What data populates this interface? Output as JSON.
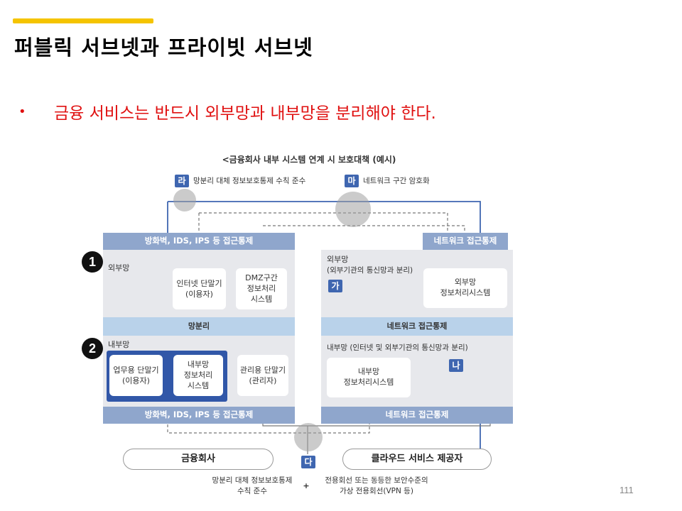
{
  "slide": {
    "title": "퍼블릭 서브넷과 프라이빗 서브넷",
    "bullet": "금융 서비스는 반드시 외부망과 내부망을 분리해야 한다.",
    "bullet_symbol": "•",
    "page_number": "111"
  },
  "colors": {
    "accent": "#F5C400",
    "bullet_text": "#E01010",
    "band_blue": "#8FA6CC",
    "light_blue": "#B9D2EA",
    "zone_gray": "#E7E8EC",
    "badge_blue": "#3F66B0",
    "highlight_border": "#3157A8"
  },
  "diagram": {
    "title": "<금융회사 내부 시스템 연계 시 보호대책 (예시)",
    "legend": [
      {
        "badge": "라",
        "text": "망분리 대체 정보보호통제 수칙 준수"
      },
      {
        "badge": "마",
        "text": "네트워크 구간 암호화"
      }
    ],
    "left_top_band": "방화벽, IDS, IPS 등 접근통제",
    "right_top_band": "네트워크 접근통제",
    "external_label": "외부망",
    "internet_terminal": [
      "인터넷 단말기",
      "(이용자)"
    ],
    "dmz": [
      "DMZ구간",
      "정보처리",
      "시스템"
    ],
    "right_external_title": "외부망",
    "right_external_sub": "(외부기관의 통신망과 분리)",
    "badge_ga": "가",
    "right_external_system": [
      "외부망",
      "정보처리시스템"
    ],
    "middle_left_band": "망분리",
    "middle_right_band": "네트워크 접근통제",
    "internal_label": "내부망",
    "right_internal_title": "내부망 (인터넷 및 외부기관의 통신망과 분리)",
    "badge_na": "나",
    "business_terminal": [
      "업무용 단말기",
      "(이용자)"
    ],
    "internal_system": [
      "내부망",
      "정보처리",
      "시스템"
    ],
    "admin_terminal": [
      "관리용 단말기",
      "(관리자)"
    ],
    "right_internal_system": [
      "내부망",
      "정보처리시스템"
    ],
    "bottom_left_band": "방화벽, IDS, IPS 등 접근통제",
    "bottom_right_band": "네트워크 접근통제",
    "financial_company": "금융회사",
    "cloud_provider": "클라우드 서비스 제공자",
    "badge_da": "다",
    "footer_left": [
      "망분리 대체 정보보호통제",
      "수칙 준수"
    ],
    "footer_plus": "+",
    "footer_right": [
      "전용회선 또는 동등한 보안수준의",
      "가상 전용회선(VPN 등)"
    ],
    "markers": [
      "1",
      "2"
    ]
  }
}
